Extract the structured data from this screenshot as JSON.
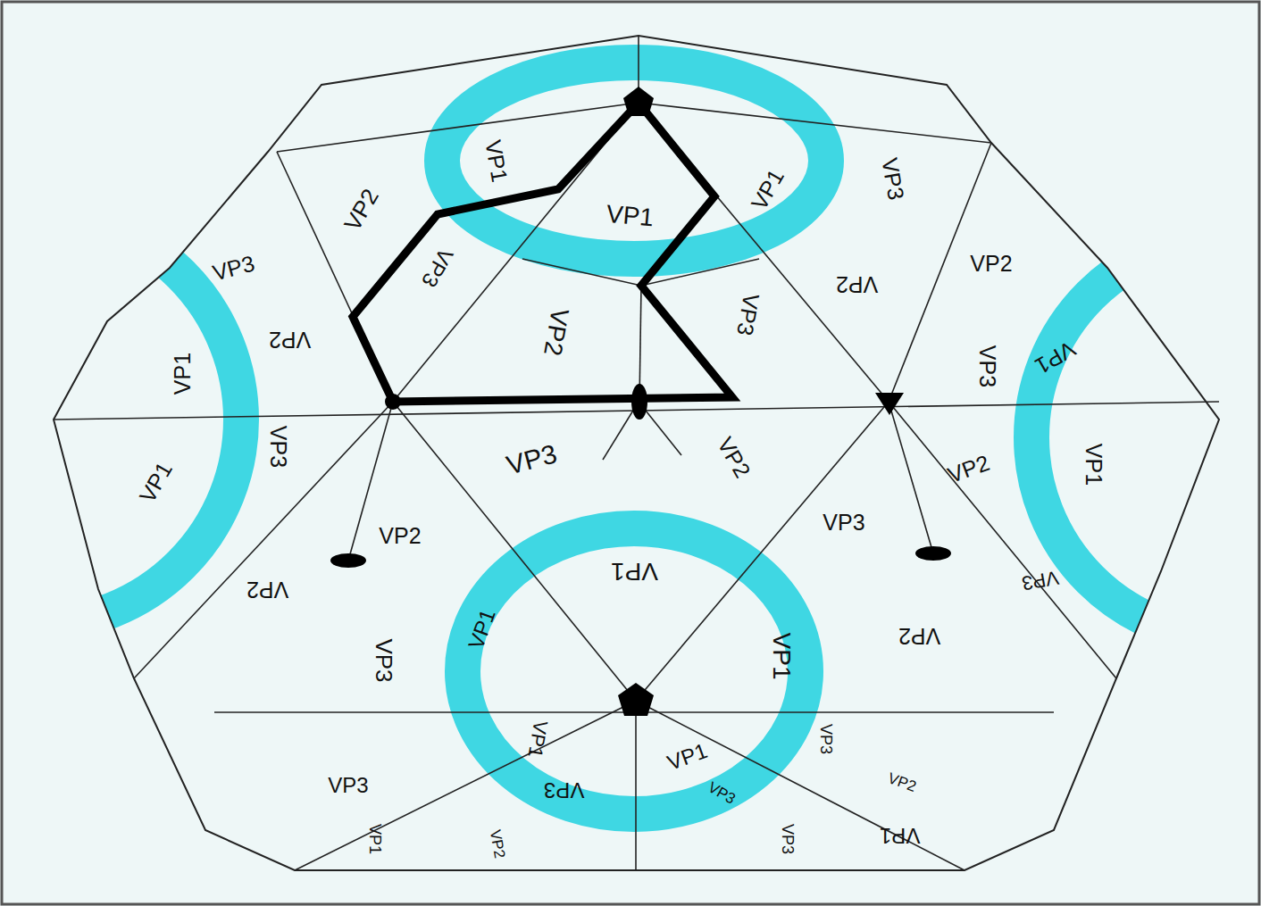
{
  "diagram": {
    "labels": [
      "VP1",
      "VP2",
      "VP1",
      "VP1",
      "VP3",
      "VP3",
      "VP2",
      "VP3",
      "VP2",
      "VP2",
      "VP3",
      "VP2",
      "VP1",
      "VP3",
      "VP1",
      "VP3",
      "VP1",
      "VP3",
      "VP2",
      "VP2",
      "VP1",
      "VP2",
      "VP3",
      "VP2",
      "VP1",
      "VP3",
      "VP1",
      "VP1",
      "VP3",
      "VP2",
      "VP1",
      "VP1",
      "VP3",
      "VP3",
      "VP3",
      "VP3",
      "VP2",
      "VP1",
      "VP2",
      "VP3",
      "VP1"
    ]
  }
}
